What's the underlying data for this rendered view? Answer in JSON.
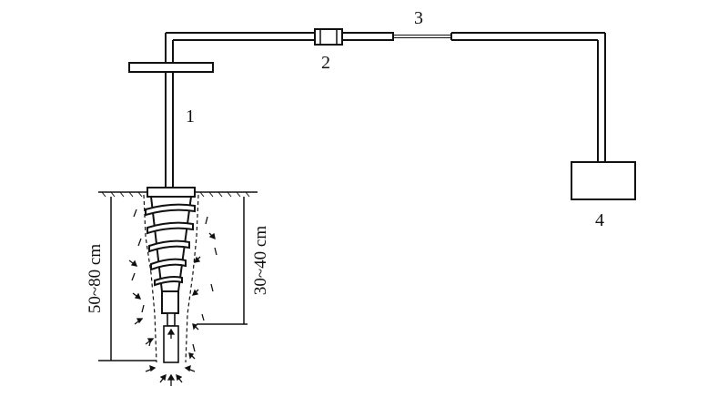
{
  "labels": {
    "label_1": "1",
    "label_2": "2",
    "label_3": "3",
    "label_4": "4"
  },
  "dimensions": {
    "depth_total": "50~80 cm",
    "depth_drill": "30~40 cm"
  },
  "colors": {
    "stroke": "#111111",
    "background": "#ffffff"
  }
}
